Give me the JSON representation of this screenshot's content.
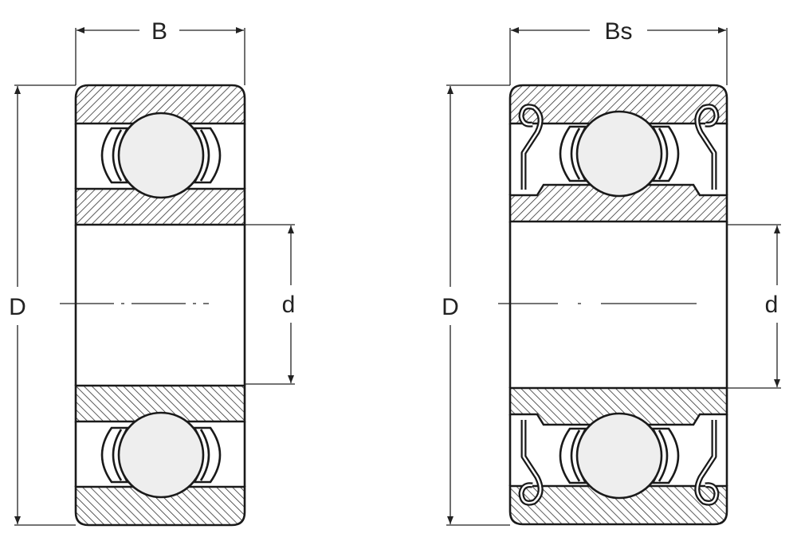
{
  "left_bearing": {
    "width_label": "B",
    "outer_diameter_label": "D",
    "bore_label": "d"
  },
  "right_bearing": {
    "width_label": "Bs",
    "outer_diameter_label": "D",
    "bore_label": "d"
  },
  "colors": {
    "line": "#1a1a1a",
    "ball": "#eeeeee",
    "background": "#ffffff"
  }
}
